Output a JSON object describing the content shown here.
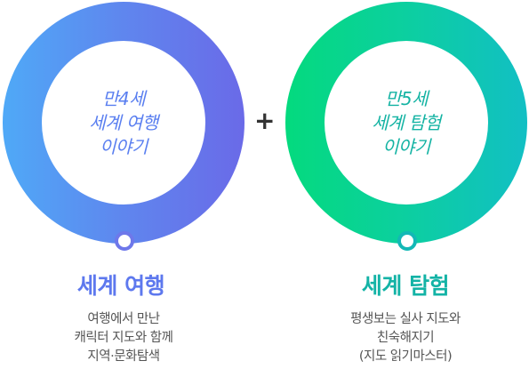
{
  "items": [
    {
      "inner_lines": [
        "만4세",
        "세계 여행",
        "이야기"
      ],
      "title": "세계 여행",
      "desc_lines": [
        "여행에서 만난",
        "캐릭터 지도와 함께",
        "지역·문화탐색"
      ]
    },
    {
      "inner_lines": [
        "만5세",
        "세계 탐험",
        "이야기"
      ],
      "title": "세계 탐험",
      "desc_lines": [
        "평생보는 실사 지도와",
        "친숙해지기",
        "(지도 읽기마스터)"
      ]
    }
  ],
  "plus_symbol": "+",
  "colors": {
    "blue_gradient": [
      "#4fa9f7",
      "#6a6ae8"
    ],
    "green_gradient": [
      "#04da7e",
      "#12bfc4"
    ],
    "blue_text": "#5d78ee",
    "green_text": "#13b3a6"
  }
}
